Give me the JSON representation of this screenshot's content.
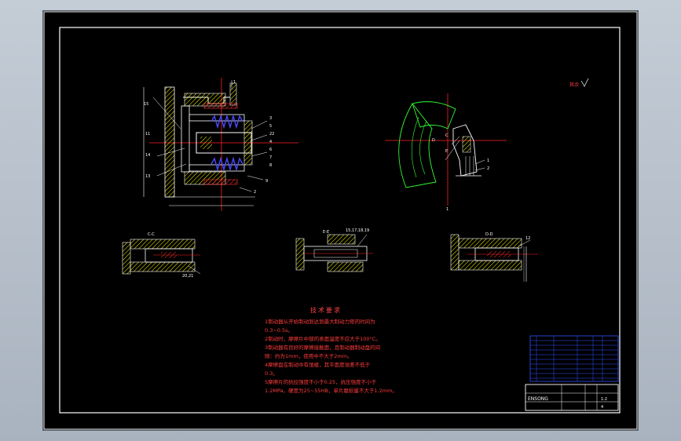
{
  "drawing": {
    "rough_mark": "其余",
    "section_labels": {
      "cc": "C-C",
      "ee": "E-E",
      "dd": "D-D",
      "ee_parts": "15,17,18,19",
      "cc_parts": "20,21",
      "dd_part": "12"
    },
    "main_view_numbers": [
      "15",
      "11",
      "14",
      "13",
      "3",
      "5",
      "22",
      "4",
      "6",
      "7",
      "8",
      "9",
      "2",
      "1"
    ],
    "gear_view_letters": [
      "D",
      "C",
      "E",
      "1",
      "2",
      "1"
    ]
  },
  "notes": {
    "title": "技术要求",
    "lines": [
      "1制动器从开始制动到达到最大制动力矩的时间为",
      "0.3~0.5s。",
      "2制动时，摩擦片中部的表面温度不应大于100°C。",
      "3制动器有良好的摩擦接触面，且制动器制动盘的间",
      "隙：约为1mm，使用中不大于2mm。",
      "4摩擦盘在制动中有弛缓，其平面度误差不低于",
      "0.3。",
      "5摩擦片的抗拉强度不小于0.25，抗压强度不小于",
      "1.2MPa，硬度为25~55HB，单片磨损量不大于1.2mm。"
    ]
  },
  "title_block": {
    "company": "ENSONG",
    "scale": "1:2",
    "sheet": "4"
  },
  "colors": {
    "outline": "#ffffff",
    "hatch": "#ffff00",
    "centerline": "#ff2020",
    "spring": "#4a4aff",
    "dims": "#00ff40",
    "text": "#ff3b3b",
    "table": "#3050ff",
    "green_body": "#33ff33"
  }
}
